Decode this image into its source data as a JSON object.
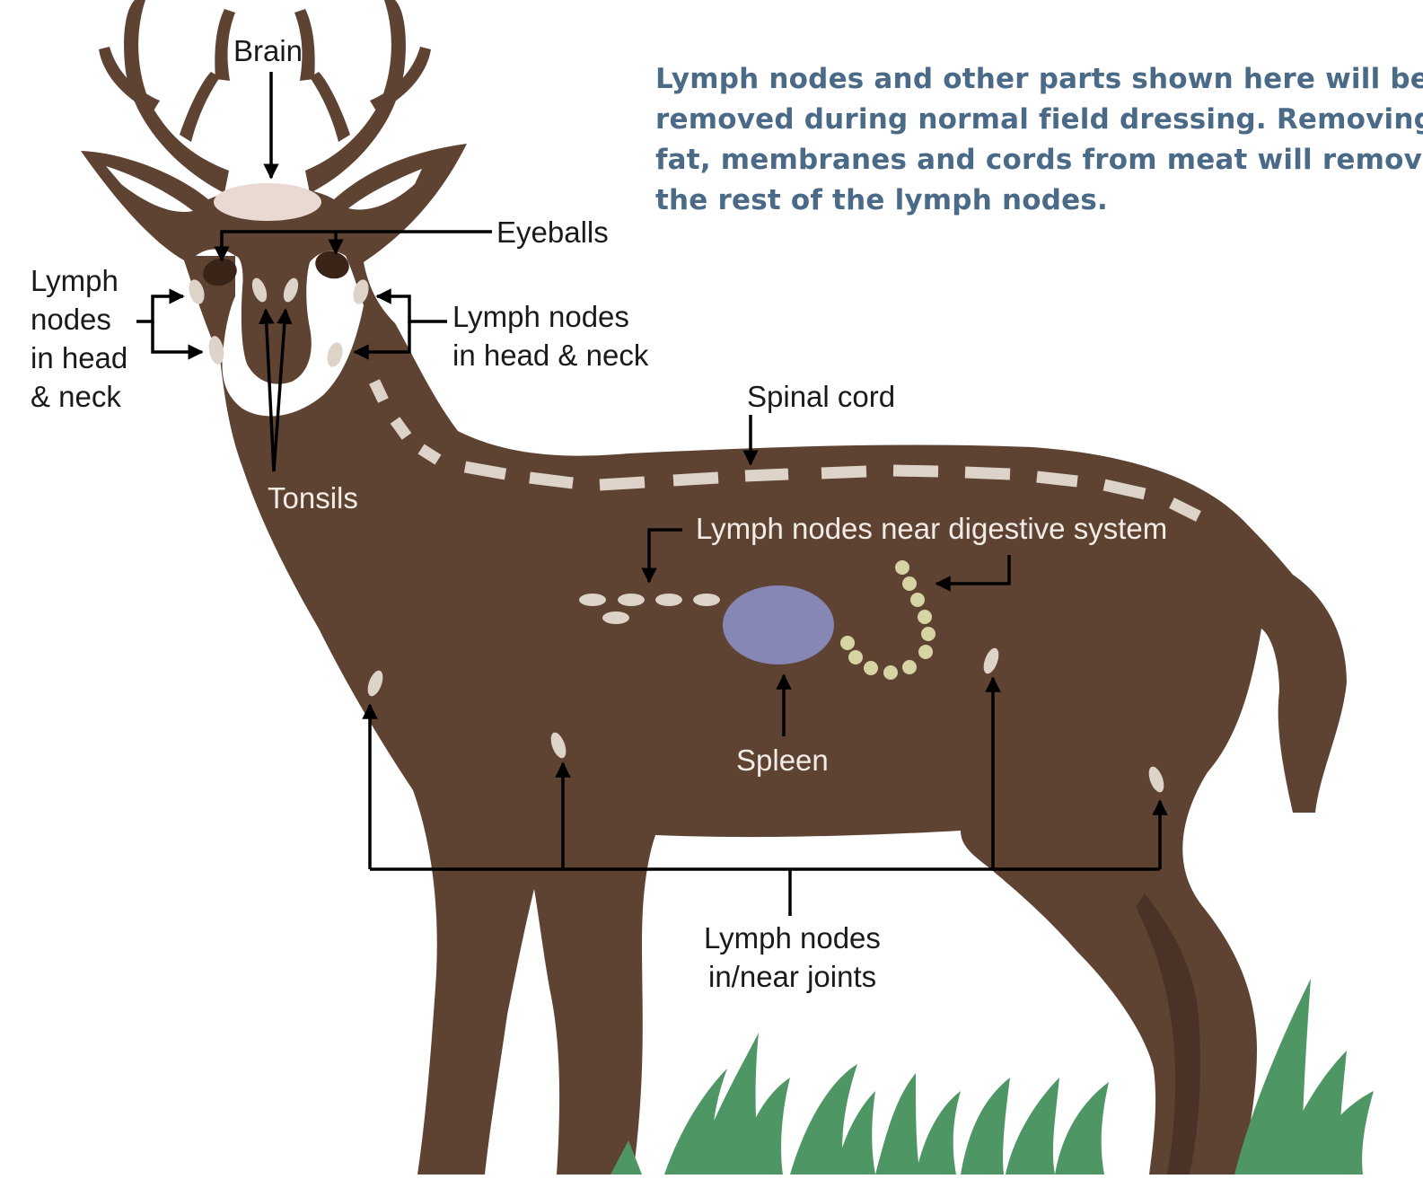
{
  "note": {
    "lines": [
      "Lymph nodes and other parts shown here will be",
      "removed during normal field dressing.  Removing",
      "fat, membranes and cords from meat will remove",
      "the rest of the lymph nodes."
    ]
  },
  "labels": {
    "brain": "Brain",
    "eyeballs": "Eyeballs",
    "lymph_head_left": [
      "Lymph",
      "nodes",
      "in head",
      "& neck"
    ],
    "lymph_head_right": [
      "Lymph nodes",
      "in head & neck"
    ],
    "spinal_cord": "Spinal cord",
    "tonsils": "Tonsils",
    "lymph_digestive": "Lymph nodes near digestive system",
    "spleen": "Spleen",
    "lymph_joints": [
      "Lymph nodes",
      "in/near joints"
    ]
  },
  "colors": {
    "deer_body": "#5e4333",
    "organ_light": "#ddd3c8",
    "brain": "#e9d9d2",
    "eyeball": "#3a2418",
    "spleen": "#8787b6",
    "digestive_nodes": "#d7d4a4",
    "grass": "#4f9665",
    "note_text": "#4a6a87",
    "label_on_white": "#1a1a1a",
    "label_on_body": "#f3ece6",
    "arrow_black": "#000000"
  }
}
